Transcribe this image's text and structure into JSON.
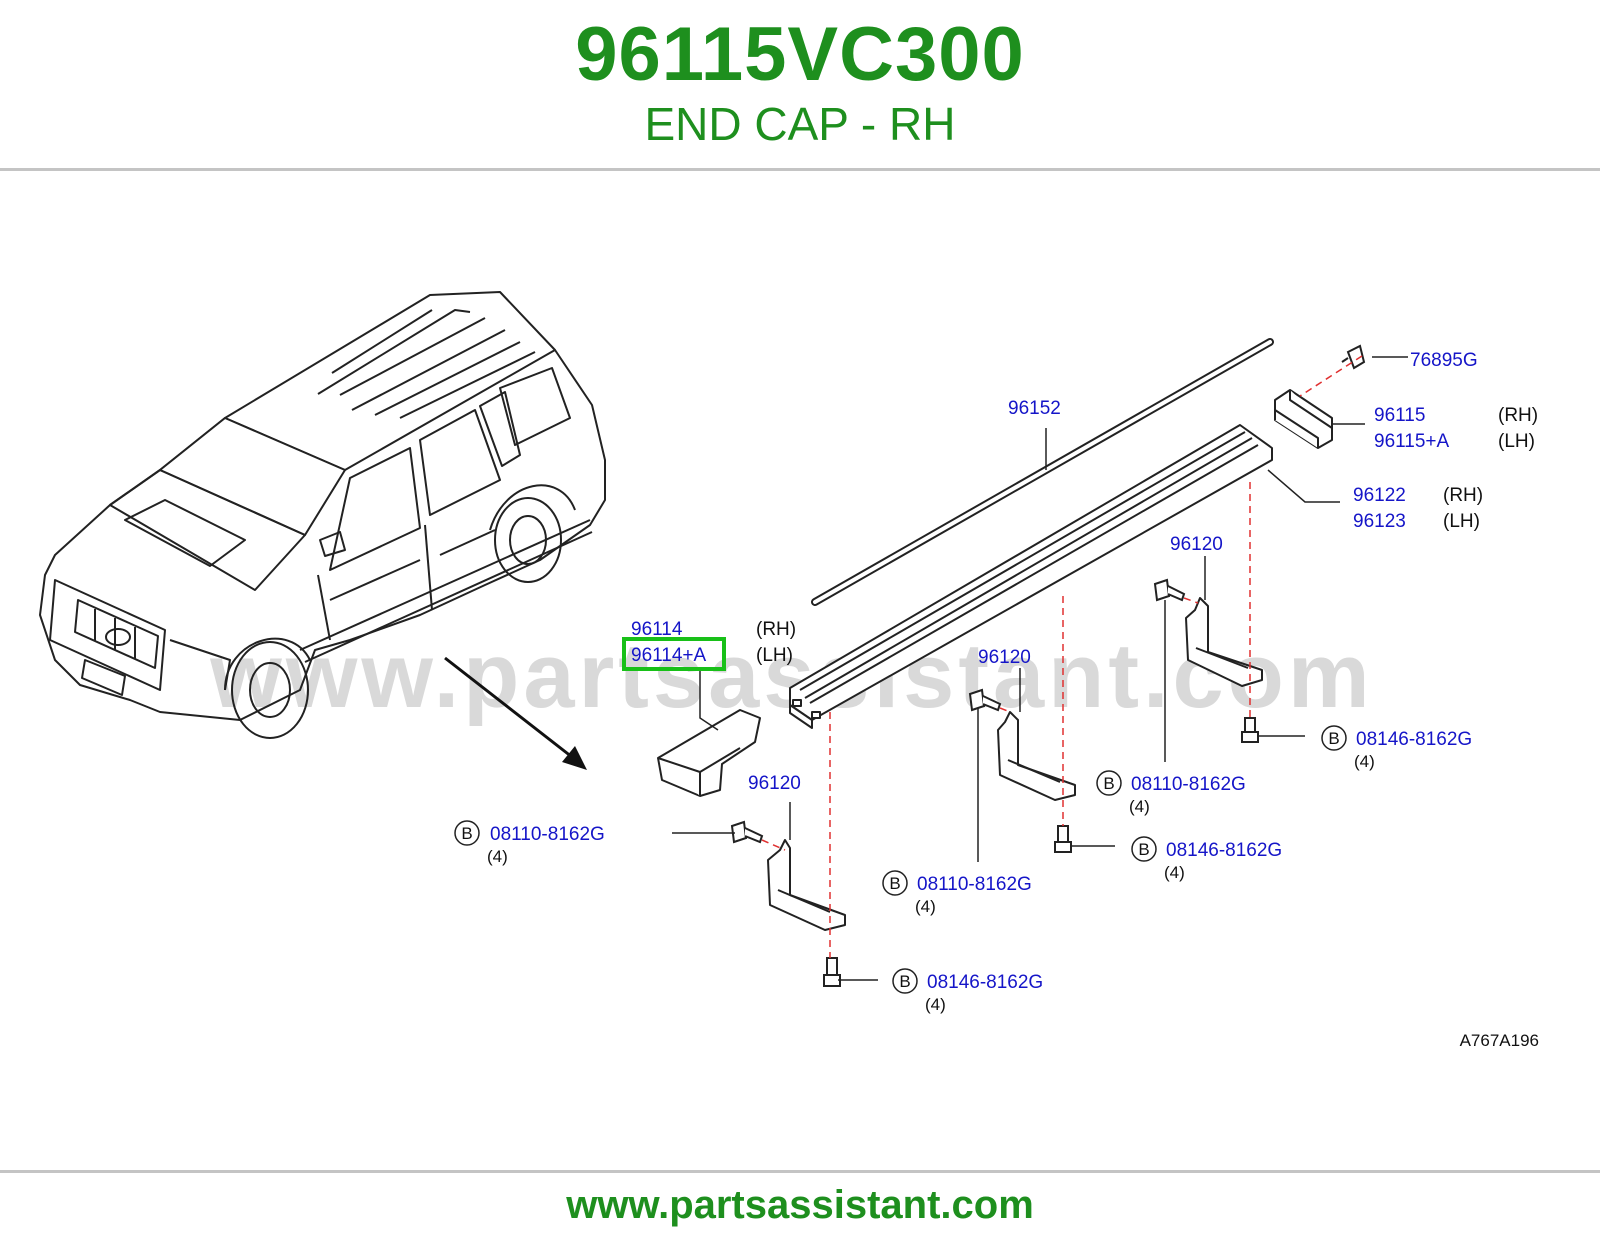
{
  "header": {
    "part_number": "96115VC300",
    "part_name": "END CAP - RH"
  },
  "footer": {
    "url": "www.partsassistant.com"
  },
  "diagram": {
    "watermark": "www.partsassistant.com",
    "reference_code": "A767A196",
    "labels": {
      "p96152": "96152",
      "p76895G": "76895G",
      "p96115": "96115",
      "p96115A": "96115+A",
      "p96122": "96122",
      "p96123": "96123",
      "p96114": "96114",
      "p96114A": "96114+A",
      "p96120_a": "96120",
      "p96120_b": "96120",
      "p96120_c": "96120",
      "bolt_08110_a": "08110-8162G",
      "bolt_08110_b": "08110-8162G",
      "bolt_08110_c": "08110-8162G",
      "bolt_08146_a": "08146-8162G",
      "bolt_08146_b": "08146-8162G",
      "bolt_08146_c": "08146-8162G"
    },
    "side": {
      "rh": "(RH)",
      "lh": "(LH)"
    },
    "qty": "(4)",
    "badge": "B",
    "highlighted_part": "96114+A",
    "colors": {
      "brand_green": "#1e8f1e",
      "label_blue": "#1515c8",
      "highlight_green": "#18c018",
      "leader_dash_red": "#e03030"
    }
  }
}
